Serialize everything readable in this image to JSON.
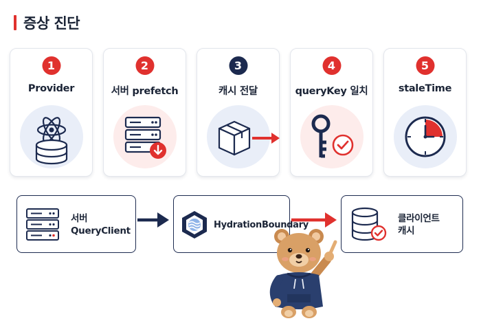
{
  "title": "증상 진단",
  "steps": [
    {
      "number": "1",
      "label": "Provider",
      "icon": "react-database-icon",
      "number_color": "#e0312e"
    },
    {
      "number": "2",
      "label": "서버 prefetch",
      "icon": "server-download-icon",
      "number_color": "#e0312e"
    },
    {
      "number": "3",
      "label": "캐시 전달",
      "icon": "package-arrow-icon",
      "number_color": "#1c2a4f"
    },
    {
      "number": "4",
      "label": "queryKey 일치",
      "icon": "key-check-icon",
      "number_color": "#e0312e"
    },
    {
      "number": "5",
      "label": "staleTime",
      "icon": "clock-icon",
      "number_color": "#e0312e"
    }
  ],
  "flow": {
    "server": {
      "line1": "서버",
      "line2": "QueryClient",
      "icon": "server-icon"
    },
    "hydration": {
      "label": "HydrationBoundary",
      "icon": "hydration-boundary-icon"
    },
    "client": {
      "line1": "클라이언트",
      "line2": "캐시",
      "icon": "database-check-icon"
    }
  },
  "mascot": "teddy-bear-pointing",
  "colors": {
    "accent_red": "#e0312e",
    "navy": "#1c2a4f",
    "light_blue": "#e9eef8",
    "light_pink": "#fdeceb"
  }
}
